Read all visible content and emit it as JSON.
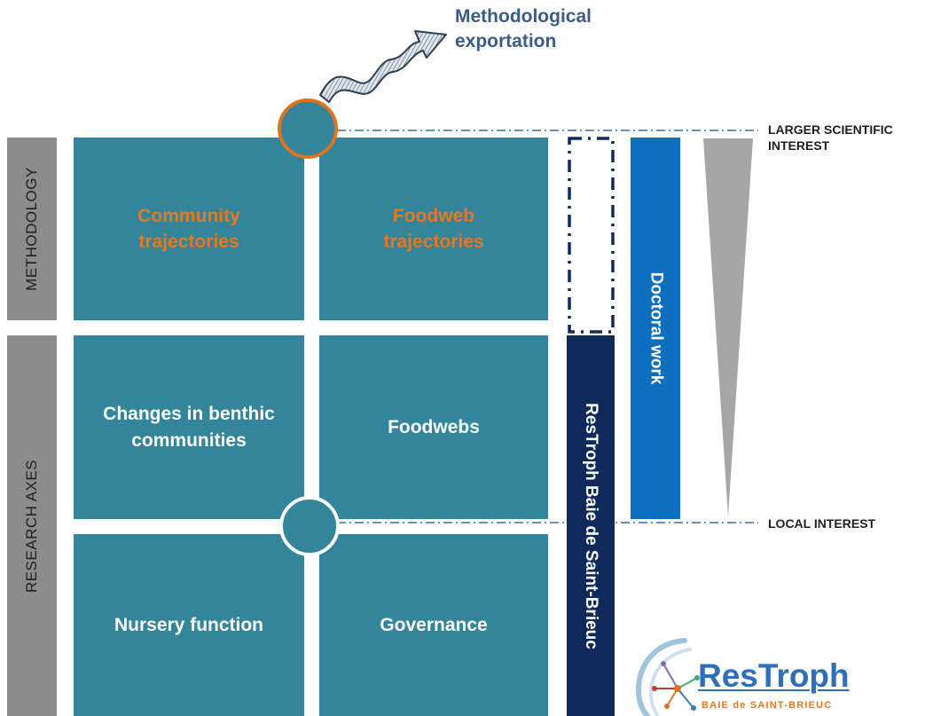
{
  "header": {
    "exportation_label": "Methodological exportation"
  },
  "side_labels": {
    "methodology": "METHODOLOGY",
    "research_axes": "RESEARCH AXES"
  },
  "tiles": {
    "community_trajectories": "Community trajectories",
    "foodweb_trajectories": "Foodweb trajectories",
    "benthic_changes": "Changes in benthic communities",
    "foodwebs": "Foodwebs",
    "nursery_function": "Nursery function",
    "governance": "Governance"
  },
  "bars": {
    "restroph_program": "ResTroph Baie de Saint-Brieuc",
    "doctoral_work": "Doctoral work"
  },
  "scale": {
    "top_label": "LARGER SCIENTIFIC INTEREST",
    "bottom_label": "LOCAL INTEREST"
  },
  "logo": {
    "name": "ResTroph",
    "subtitle": "BAIE de SAINT-BRIEUC"
  },
  "colors": {
    "tile": "#32859a",
    "method_text": "#e87722",
    "side_label": "#8c8c8c",
    "restroph_bar": "#0f2a5a",
    "doctoral_bar": "#0e6ec0",
    "interest_wedge": "#a6a6a6"
  }
}
